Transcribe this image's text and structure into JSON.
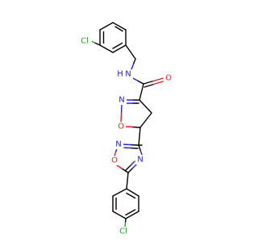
{
  "colors": {
    "carbon": "#000000",
    "nitrogen": "#2323d9",
    "oxygen": "#e81f1f",
    "chlorine": "#2ea02e",
    "background": "#ffffff"
  },
  "atoms": {
    "cl_top": "Cl",
    "amide_nh": "N",
    "amide_h": "H",
    "carbonyl_o": "O",
    "isoxazoline_n": "N",
    "isoxazoline_o": "O",
    "oxadiazole_n_top": "N",
    "oxadiazole_o": "O",
    "oxadiazole_n_bottom": "N",
    "cl_bottom": "Cl"
  }
}
